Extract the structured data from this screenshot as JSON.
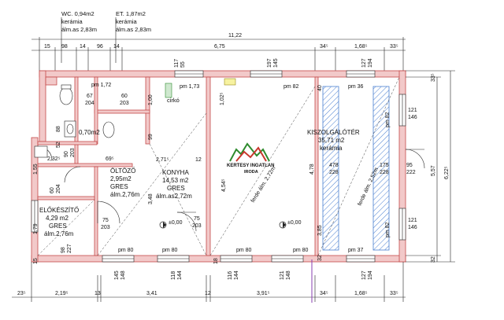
{
  "colors": {
    "wall": "#f2c9c9",
    "wall_stroke": "#c44a4a",
    "line": "#222222",
    "hatch": "#4a7fd1",
    "logo_red": "#c8372d",
    "logo_green": "#2e8b2e"
  },
  "top_notes": {
    "wc": [
      "WC. 0,94m2",
      "kerámia",
      "álm.as 2,83m"
    ],
    "et": [
      "ET. 1,87m2",
      "kerámia",
      "álm.as 2,83m"
    ]
  },
  "rooms": {
    "kiszolgalo": [
      "KISZOLGÁLÓTÉR",
      "35,71 m2",
      "kerámia"
    ],
    "oltozo": [
      "ÖLTÖZŐ",
      "2,95m2",
      "GRES",
      "álm.2,76m"
    ],
    "konyha": [
      "KONYHA",
      "14,53 m2",
      "GRES",
      "álm.as2,72m"
    ],
    "eloszoba": [
      "ELŐKÉSZÍTŐ",
      "4,29 m2",
      "GRES",
      "álm.2,76m"
    ],
    "mini": [
      "0,70m2"
    ],
    "cirko": "cirkó"
  },
  "logo": {
    "line1": "KERTESY INGATLAN",
    "line2": "IRODA"
  },
  "dims": {
    "top_total": "11,22",
    "top_row": [
      "15",
      "98",
      "14",
      "96",
      "14",
      "6,75",
      "34⁵",
      "1,68⁵",
      "33⁵"
    ],
    "bottom_row": [
      "23⁵",
      "2,19⁵",
      "13",
      "3,41",
      "12",
      "3,91⁵",
      "34⁵",
      "1,68⁵",
      "33⁵"
    ],
    "right_outer": "6,22⁵",
    "right_inner": "5,57",
    "right_top": "33⁵",
    "right_bottom": "32",
    "window_pairs": [
      [
        "117",
        "55"
      ],
      [
        "197",
        "145"
      ],
      [
        "127",
        "194"
      ],
      [
        "145",
        "148"
      ],
      [
        "118",
        "144"
      ],
      [
        "116",
        "144"
      ],
      [
        "121",
        "148"
      ],
      [
        "127",
        "194"
      ],
      [
        "121",
        "146"
      ],
      [
        "121",
        "146"
      ]
    ],
    "door_pairs": [
      [
        "67",
        "204"
      ],
      [
        "60",
        "203"
      ],
      [
        "90",
        "203"
      ],
      [
        "60",
        "204"
      ],
      [
        "75",
        "203"
      ],
      [
        "75",
        "203"
      ],
      [
        "175",
        "228"
      ],
      [
        "95",
        "222"
      ],
      [
        "478",
        "228"
      ],
      [
        "98",
        "227"
      ]
    ],
    "pm_labels": [
      "pm 1,72",
      "pm 1,73",
      "pm 82",
      "pm 36",
      "pm 80",
      "pm 80",
      "pm 80",
      "pm 80",
      "pm 37",
      "pm 82",
      "pm 82"
    ],
    "misc": [
      "1,00",
      "1,02⁵",
      "4,78",
      "99",
      "2,71⁵",
      "12",
      "3,48",
      "4,54⁵",
      "3,85",
      "1,55",
      "1,79",
      "2,32⁵",
      "69⁵",
      "±0,00",
      "±0,00",
      "40",
      "32",
      "15",
      "18",
      "52",
      "88"
    ],
    "slopes": [
      "ferde álm. 2,72m",
      "ferde álm. 2,52m"
    ]
  }
}
